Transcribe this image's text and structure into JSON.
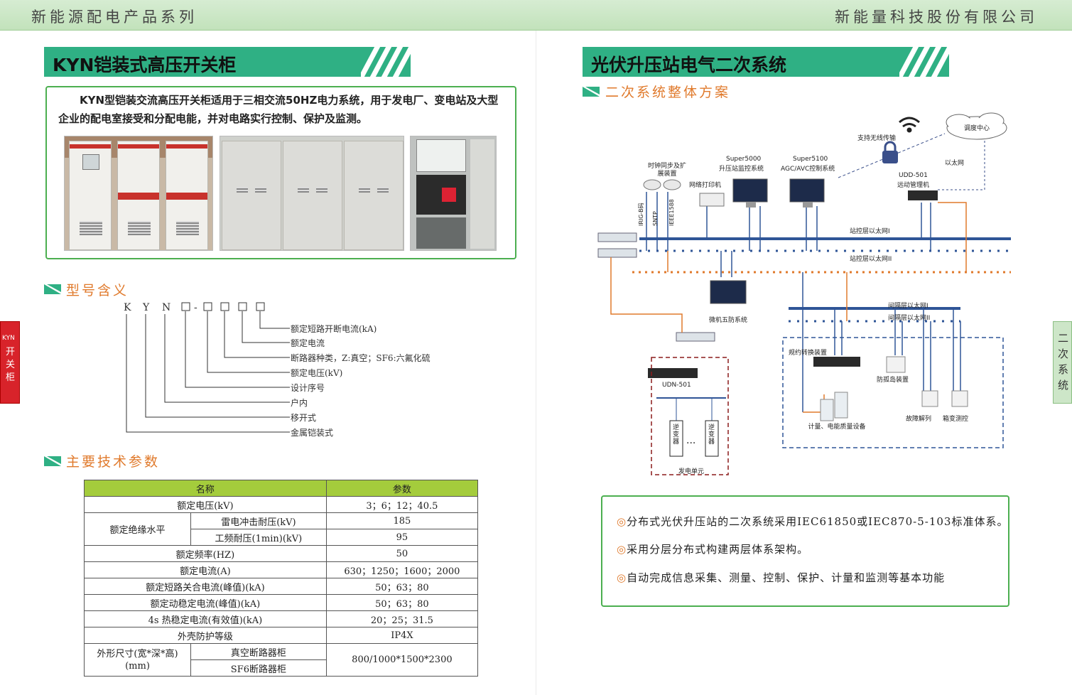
{
  "header": {
    "left": "新能源配电产品系列",
    "right": "新能量科技股份有限公司"
  },
  "left": {
    "banner": "KYN铠装式高压开关柜",
    "intro": "KYN型铠装交流高压开关柜适用于三相交流50HZ电力系统，用于发电厂、变电站及大型企业的配电室接受和分配电能，并对电路实行控制、保护及监测。",
    "side_tab": {
      "small": "KYN",
      "big": "开关柜"
    },
    "model_title": "型号含义",
    "model_code": {
      "letters": [
        "K",
        "Y",
        "N"
      ],
      "sep": "-"
    },
    "legend": [
      "额定短路开断电流(kA)",
      "额定电流",
      "断路器种类，Z:真空；SF6:六氟化硫",
      "额定电压(kV)",
      "设计序号",
      "户内",
      "移开式",
      "金属铠装式"
    ],
    "params_title": "主要技术参数",
    "table": {
      "headers": [
        "名称",
        "参数"
      ],
      "rows": [
        {
          "name": "额定电压(kV)",
          "value": "3；6；12；40.5"
        },
        {
          "group": "额定绝缘水平",
          "sub": "雷电冲击耐压(kV)",
          "value": "185"
        },
        {
          "sub": "工频耐压(1min)(kV)",
          "value": "95"
        },
        {
          "name": "额定频率(HZ)",
          "value": "50"
        },
        {
          "name": "额定电流(A)",
          "value": "630；1250；1600；2000"
        },
        {
          "name": "额定短路关合电流(峰值)(kA)",
          "value": "50；63；80"
        },
        {
          "name": "额定动稳定电流(峰值)(kA)",
          "value": "50；63；80"
        },
        {
          "name": "4s 热稳定电流(有效值)(kA)",
          "value": "20；25；31.5"
        },
        {
          "name": "外壳防护等级",
          "value": "IP4X"
        },
        {
          "group": "外形尺寸(宽*深*高)(mm)",
          "sub": "真空断路器柜",
          "value": "800/1000*1500*2300"
        },
        {
          "sub": "SF6断路器柜"
        }
      ]
    }
  },
  "right": {
    "banner": "光伏升压站电气二次系统",
    "scheme_title": "二次系统整体方案",
    "side_tab": "二次系统",
    "diagram": {
      "dispatch": "调度中心",
      "wireless": "支持无线传输",
      "ethernet": "以太网",
      "udd_name": "UDD-501",
      "udd_desc": "远动管理机",
      "s5000_name": "Super5000",
      "s5000_desc": "升压站监控系统",
      "s5100_name": "Super5100",
      "s5100_desc": "AGC/AVC控制系统",
      "timesync": "时钟同步及扩展装置",
      "printer": "网络打印机",
      "signals": [
        "IRIG-B码",
        "SNTP",
        "IEEE1588"
      ],
      "net1": "站控层以太网I",
      "net2": "站控层以太网II",
      "wufang": "微机五防系统",
      "bay1": "间隔层以太网I",
      "bay2": "间隔层以太网II",
      "protocol": "规约转换装置",
      "anti_island": "防孤岛装置",
      "meter": "计量、电能质量设备",
      "fault": "故障解列",
      "box": "箱变测控",
      "udn": "UDN-501",
      "inverter": "逆变器",
      "dots": "···",
      "gen": "发电单元"
    },
    "bullets": [
      "分布式光伏升压站的二次系统采用IEC61850或IEC870-5-103标准体系。",
      "采用分层分布式构建两层体系架构。",
      "自动完成信息采集、测量、控制、保护、计量和监测等基本功能"
    ]
  },
  "colors": {
    "green": "#2fb084",
    "orange": "#e07a2c",
    "header_row": "#a4cc3c",
    "tab_red": "#d8232a"
  }
}
